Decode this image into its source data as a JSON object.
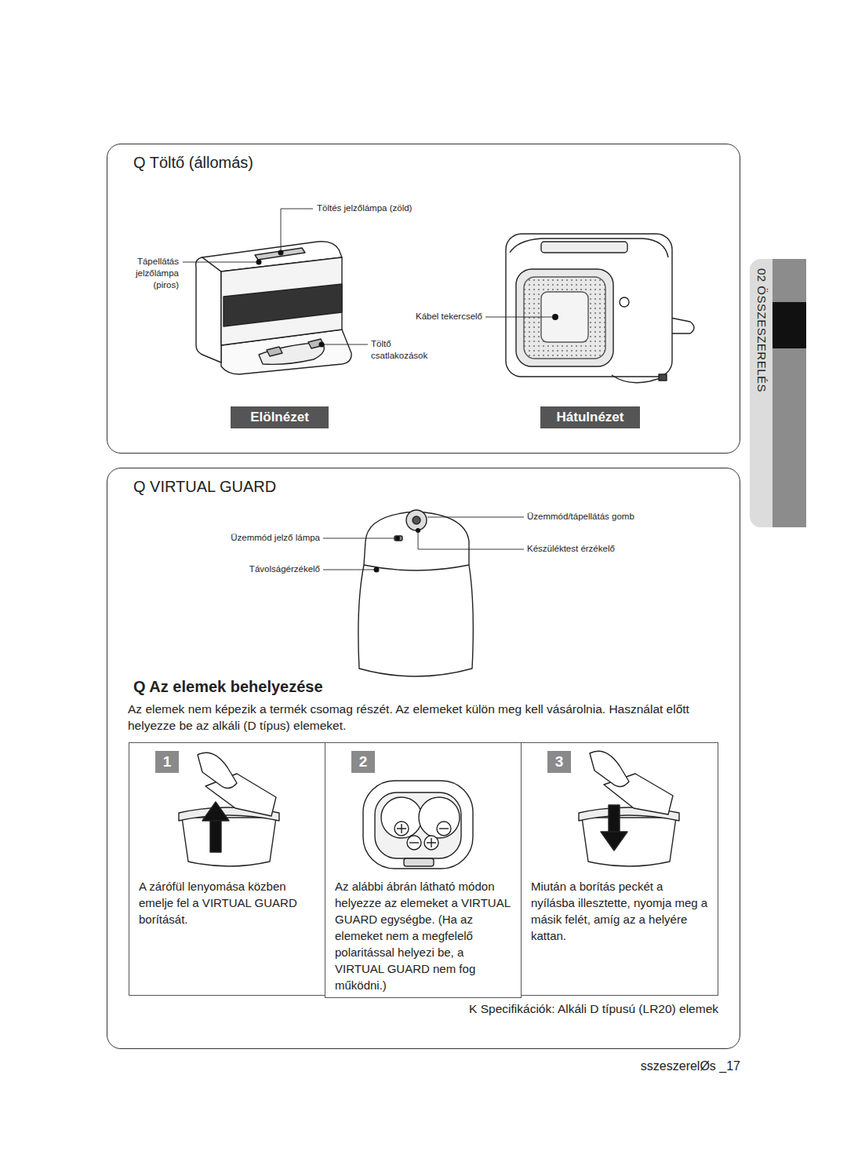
{
  "diagram": {
    "nodes": [
      {
        "text": [
          "Q Töltő (állomás)"
        ]
      },
      {
        "text": [
          "Elölnézet"
        ],
        "in": 0
      },
      {
        "text": [
          "Hátulnézet"
        ],
        "in": 0
      },
      {
        "text": [
          "Q VIRTUAL GUARD"
        ]
      },
      {
        "text": [
          "A zárófül lenyomása közben emelje fel a VIRTUAL GUARD borítását."
        ],
        "in": 3
      },
      {
        "text": [
          "1"
        ],
        "in": 4
      },
      {
        "text": [
          "Az alábbi ábrán látható módon helyezze az elemeket a VIRTUAL GUARD egységbe. (Ha az elemeket nem a megfelelő polaritással helyezi be, a VIRTUAL GUARD nem fog működni.)"
        ],
        "in": 3
      },
      {
        "text": [
          "2"
        ],
        "in": 6
      },
      {
        "text": [
          "Miután a borítás peckét a nyílásba illesztette, nyomja meg a másik felét, amíg az a helyére kattan."
        ],
        "in": 3
      },
      {
        "text": [
          "3"
        ],
        "in": 8
      },
      {
        "text": [
          "02 ÖSSZESZERELÉS"
        ]
      }
    ],
    "labels": [
      "Töltés jelzőlámpa (zöld)",
      "Tápellátás jelzőlámpa (piros)",
      "Kábel tekercselő",
      "Töltő csatlakozások",
      "Üzemmód/tápellátás gomb",
      "Üzemmód jelző lámpa",
      "Készüléktest érzékelő",
      "Távolságérzékelő",
      "Q Az elemek behelyezése",
      "Az elemek nem képezik a termék csomag részét. Az elemeket külön meg kell vásárolnia. Használat előtt helyezze be az alkáli (D típus) elemeket.",
      "K Specifikációk: Alkáli D típusú (LR20) elemek",
      "sszeszerelØs _17"
    ]
  }
}
